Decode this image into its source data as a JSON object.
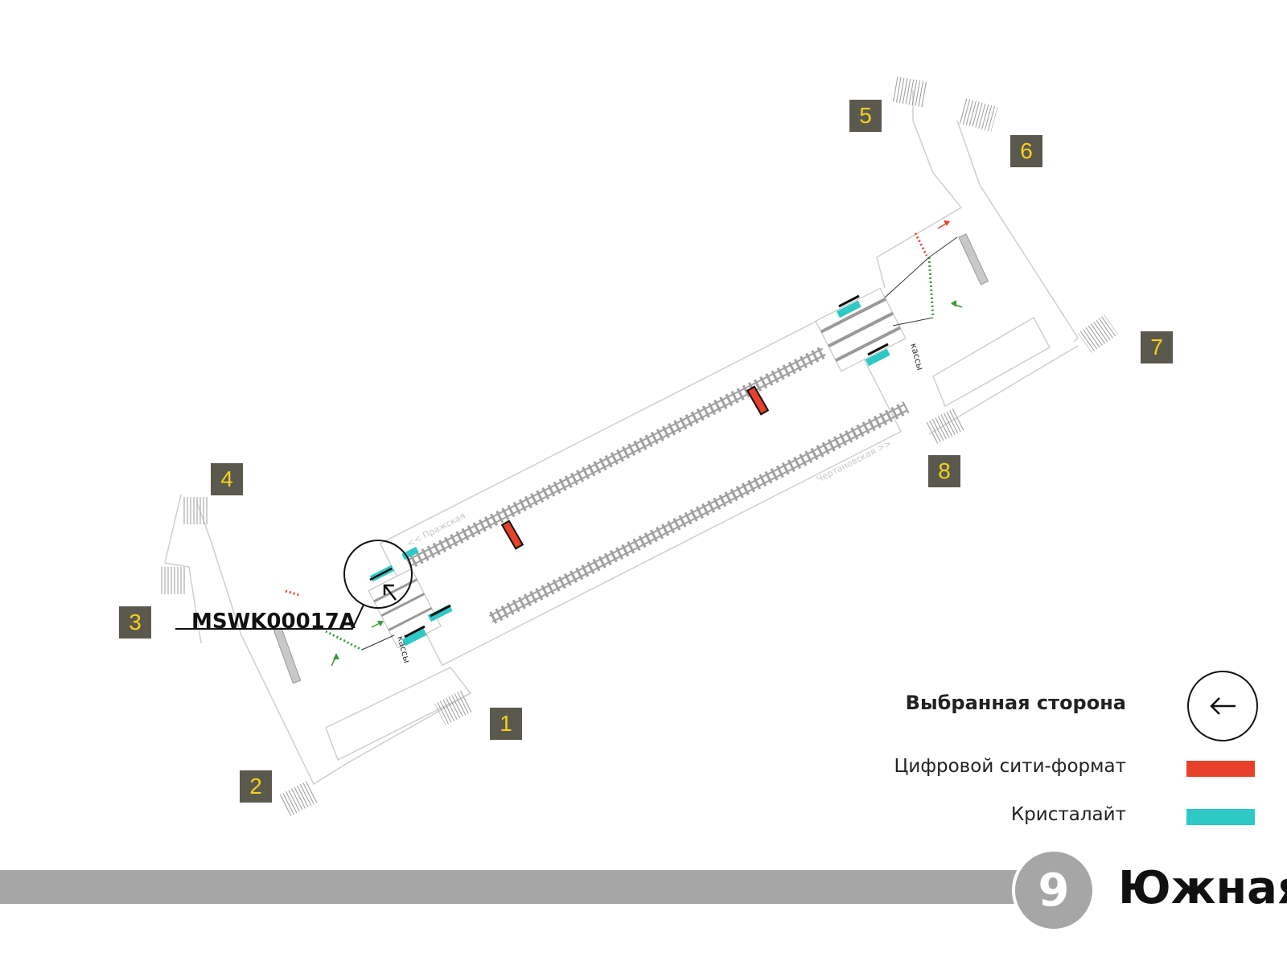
{
  "map": {
    "exits": [
      "1",
      "2",
      "3",
      "4",
      "5",
      "6",
      "7",
      "8"
    ],
    "direction_left": "<< Пражская",
    "direction_right": "Чертановская >>",
    "ticket_office": "кассы",
    "ad_code": "MSWK00017A"
  },
  "legend": {
    "selected_side": "Выбранная сторона",
    "digital_city_format": "Цифровой сити-формат",
    "crystalight": "Кристалайт"
  },
  "colors": {
    "digital_city_format": "#e8412b",
    "crystalight": "#2ec9c5",
    "exit_box": "#5b584e",
    "exit_number": "#f2d21c",
    "line_gray": "#a6a6a6"
  },
  "footer": {
    "line_number": "9",
    "station_name": "Южная"
  }
}
